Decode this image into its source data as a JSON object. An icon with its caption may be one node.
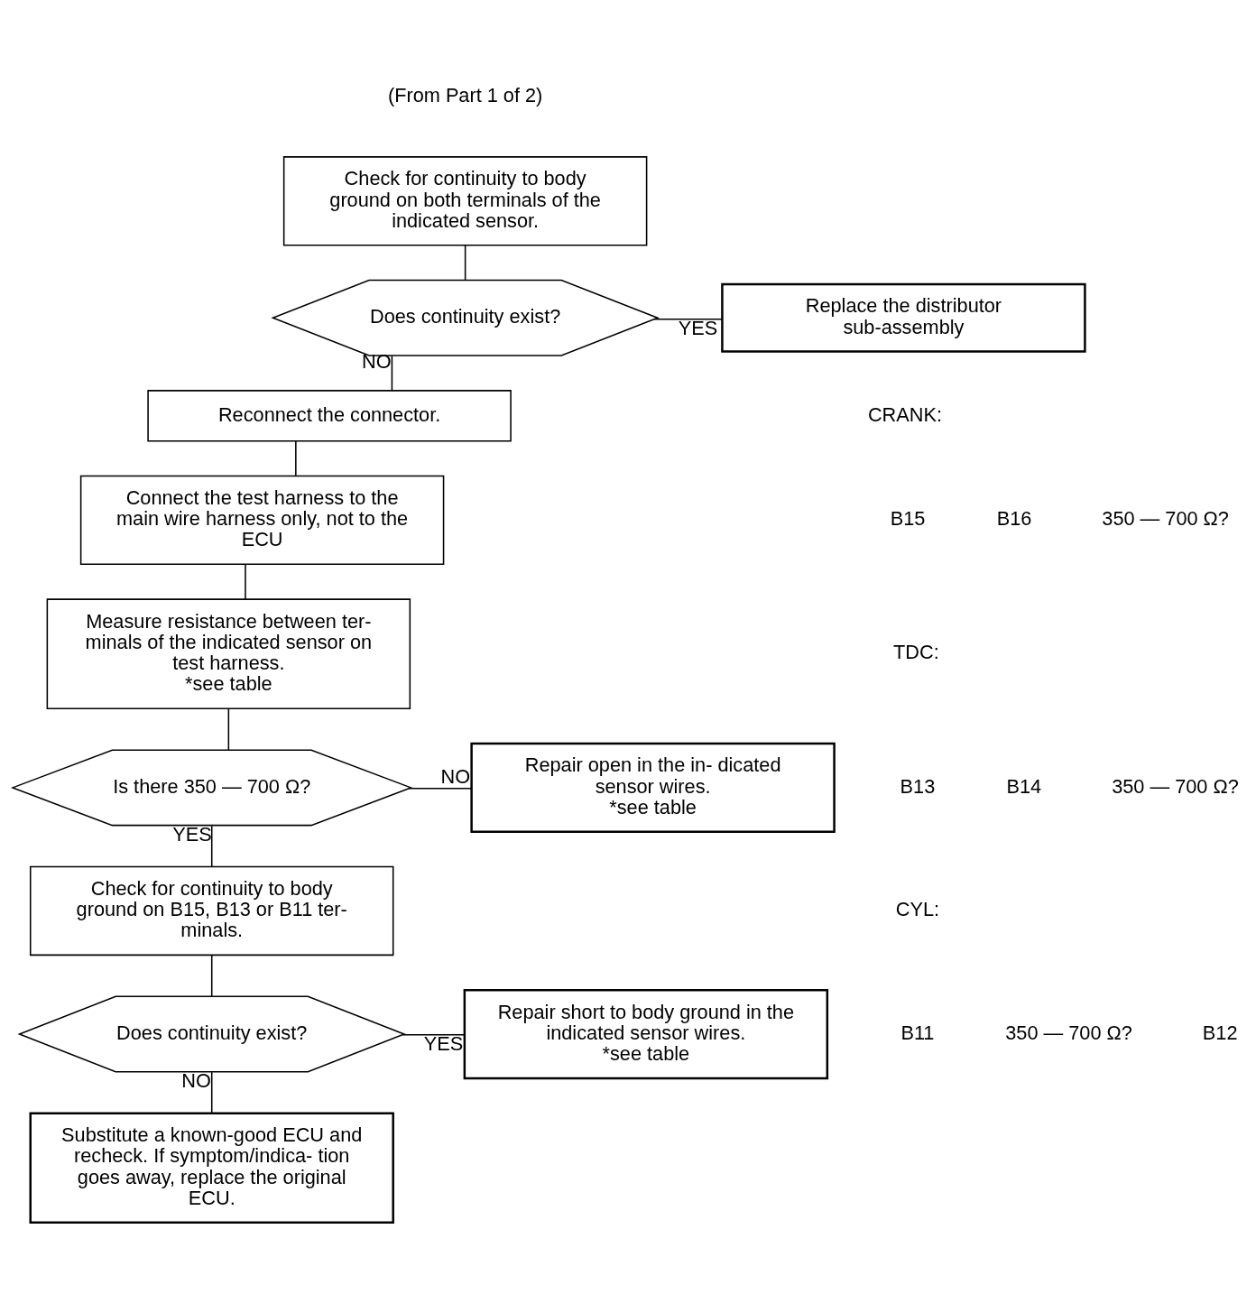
{
  "diagram": {
    "nodes": [
      {
        "text": [
          "Check for continuity to body ground on both terminals of the indicated sensor."
        ]
      },
      {
        "text": [
          "Does continuity exist?"
        ]
      },
      {
        "text": [
          "Replace the distributor sub-assembly"
        ]
      },
      {
        "text": [
          "Reconnect the connector."
        ]
      },
      {
        "text": [
          "Connect the test harness to the main wire harness only, not to the ECU"
        ]
      },
      {
        "text": [
          "Measure resistance between ter- minals of the indicated sensor on test harness.",
          "*see table"
        ]
      },
      {
        "text": [
          "Is there 350 — 700 Ω?"
        ]
      },
      {
        "text": [
          "Repair open in the in- dicated sensor wires.",
          "*see table"
        ]
      },
      {
        "text": [
          "Check for continuity to body ground on B15, B13 or B11 ter- minals."
        ]
      },
      {
        "text": [
          "Does continuity exist?"
        ]
      },
      {
        "text": [
          "Repair short to body ground in the indicated sensor wires.",
          "*see table"
        ]
      },
      {
        "text": [
          "Substitute a known-good ECU and recheck. If symptom/indica- tion goes away, replace the original ECU."
        ]
      }
    ],
    "edges": [
      {
        "from": 0,
        "to": 1,
        "arrow": "none"
      },
      {
        "from": 1,
        "to": 2,
        "arrow": "none",
        "label": "YES"
      },
      {
        "from": 1,
        "to": 3,
        "arrow": "none",
        "label": "NO"
      },
      {
        "from": 3,
        "to": 4,
        "arrow": "none"
      },
      {
        "from": 4,
        "to": 5,
        "arrow": "none"
      },
      {
        "from": 5,
        "to": 6,
        "arrow": "none"
      },
      {
        "from": 6,
        "to": 7,
        "arrow": "none",
        "label": "NO"
      },
      {
        "from": 6,
        "to": 8,
        "arrow": "none",
        "label": "YES"
      },
      {
        "from": 8,
        "to": 9,
        "arrow": "none"
      },
      {
        "from": 9,
        "to": 10,
        "arrow": "none",
        "label": "YES"
      },
      {
        "from": 9,
        "to": 11,
        "arrow": "none",
        "label": "NO"
      }
    ],
    "labels": [
      "(From Part 1 of 2)",
      "CRANK:",
      "B15",
      "B16",
      "350 — 700 Ω?",
      "TDC:",
      "B13",
      "B14",
      "350 — 700 Ω?",
      "CYL:",
      "B11",
      "350 — 700 Ω?",
      "B12"
    ]
  }
}
